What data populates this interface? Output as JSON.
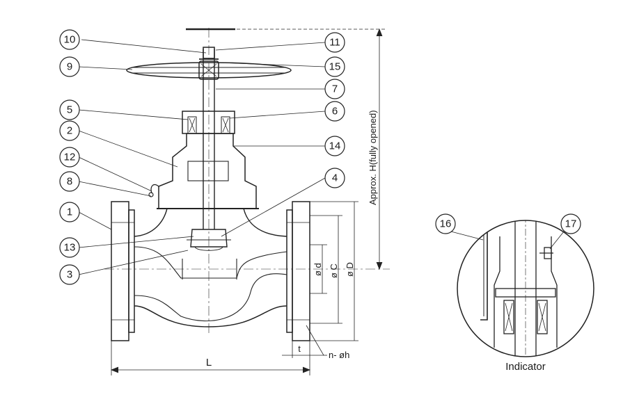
{
  "callouts": {
    "c1": "1",
    "c2": "2",
    "c3": "3",
    "c4": "4",
    "c5": "5",
    "c6": "6",
    "c7": "7",
    "c8": "8",
    "c9": "9",
    "c10": "10",
    "c11": "11",
    "c12": "12",
    "c13": "13",
    "c14": "14",
    "c15": "15",
    "c16": "16",
    "c17": "17"
  },
  "dimensions": {
    "height": "Approx. H(fully opened)",
    "d": "ø d",
    "C": "ø C",
    "D": "ø D",
    "L": "L",
    "t": "t",
    "bolt_holes": "n- øh"
  },
  "detail_caption": "Indicator"
}
